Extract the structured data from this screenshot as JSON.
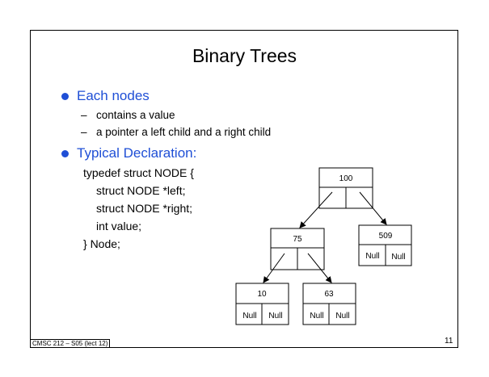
{
  "slide": {
    "title": "Binary Trees",
    "bullets": [
      {
        "label": "Each nodes",
        "subitems": [
          "contains a value",
          "a pointer a left child and a right child"
        ]
      },
      {
        "label": "Typical Declaration:",
        "code": [
          "typedef struct NODE {",
          "struct NODE *left;",
          "struct NODE *right;",
          "int value;",
          "} Node;"
        ]
      }
    ],
    "dash": "–",
    "footer": {
      "course": "CMSC 212 – S05 (lect 12)",
      "page": "11"
    }
  },
  "tree": {
    "nodes": [
      {
        "id": "n100",
        "value": "100"
      },
      {
        "id": "n75",
        "value": "75"
      },
      {
        "id": "n509",
        "value": "509",
        "left": "Null",
        "right": "Null"
      },
      {
        "id": "n10",
        "value": "10",
        "left": "Null",
        "right": "Null"
      },
      {
        "id": "n63",
        "value": "63",
        "left": "Null",
        "right": "Null"
      }
    ]
  },
  "colors": {
    "accent": "#1f4fd6",
    "text": "#000000"
  }
}
